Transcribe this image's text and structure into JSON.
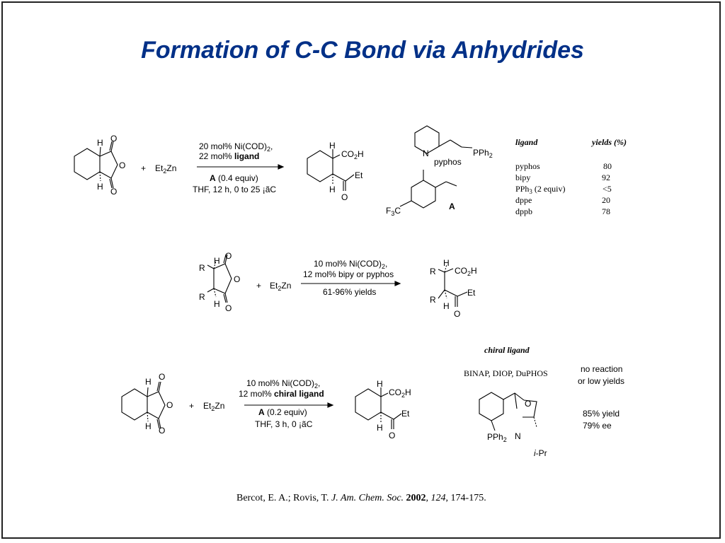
{
  "title": "Formation of C-C Bond via Anhydrides",
  "colors": {
    "title": "#003087",
    "border": "#222222",
    "ink": "#000000"
  },
  "atoms": {
    "H": "H",
    "O": "O",
    "R": "R",
    "N": "N",
    "Et": "Et",
    "plus": "+",
    "A": "A",
    "PPh2": "PPh",
    "PPh2_sub": "2",
    "F3C_F": "F",
    "F3C_C": "C",
    "sub3": "3",
    "iPr_i": "i",
    "iPr_rest": "-Pr",
    "CO2H_a": "CO",
    "CO2H_b": "H",
    "sub2": "2"
  },
  "scheme1": {
    "reagent": "Et",
    "reagent_sub": "2",
    "reagent_end": "Zn",
    "cond1_a": "20 mol% Ni(COD)",
    "cond1_sub": "2",
    "cond1_end": ",",
    "cond2_a": "22 mol% ",
    "cond2_b": "ligand",
    "cond3_a": "A",
    "cond3_b": " (0.4 equiv)",
    "cond4": "THF, 12 h, 0 to 25 ¡ãC",
    "pyphos_label": "pyphos",
    "table": {
      "header_ligand": "ligand",
      "header_yield": "yields (%)",
      "rows": [
        {
          "ligand": "pyphos",
          "yield": "80"
        },
        {
          "ligand": "bipy",
          "yield": "92"
        },
        {
          "ligand": "PPh",
          "ligand_sub": "3",
          "ligand_end": " (2 equiv)",
          "yield": "<5"
        },
        {
          "ligand": "dppe",
          "yield": "20"
        },
        {
          "ligand": "dppb",
          "yield": "78"
        }
      ]
    }
  },
  "scheme2": {
    "reagent": "Et",
    "reagent_sub": "2",
    "reagent_end": "Zn",
    "cond1_a": "10 mol% Ni(COD)",
    "cond1_sub": "2",
    "cond1_end": ",",
    "cond2": "12 mol% bipy or pyphos",
    "cond3": "61-96% yields"
  },
  "scheme3": {
    "reagent": "Et",
    "reagent_sub": "2",
    "reagent_end": "Zn",
    "cond1_a": "10 mol% Ni(COD)",
    "cond1_sub": "2",
    "cond1_end": ",",
    "cond2_a": "12 mol% ",
    "cond2_b": "chiral ligand",
    "cond3_a": "A",
    "cond3_b": " (0.2 equiv)",
    "cond4": "THF, 3 h, 0 ¡ãC",
    "chiral_header": "chiral ligand",
    "chiral_list": "BINAP, DIOP, DuPHOS",
    "no_reaction_1": "no reaction",
    "no_reaction_2": "or low yields",
    "yield_line": "85% yield",
    "ee_line": "79% ee"
  },
  "reference": {
    "authors": "Bercot, E. A.; Rovis, T. ",
    "journal": "J. Am. Chem. Soc.",
    "year": "2002",
    "volume": "124",
    "pages": ", 174-175.",
    "sep": ", "
  }
}
